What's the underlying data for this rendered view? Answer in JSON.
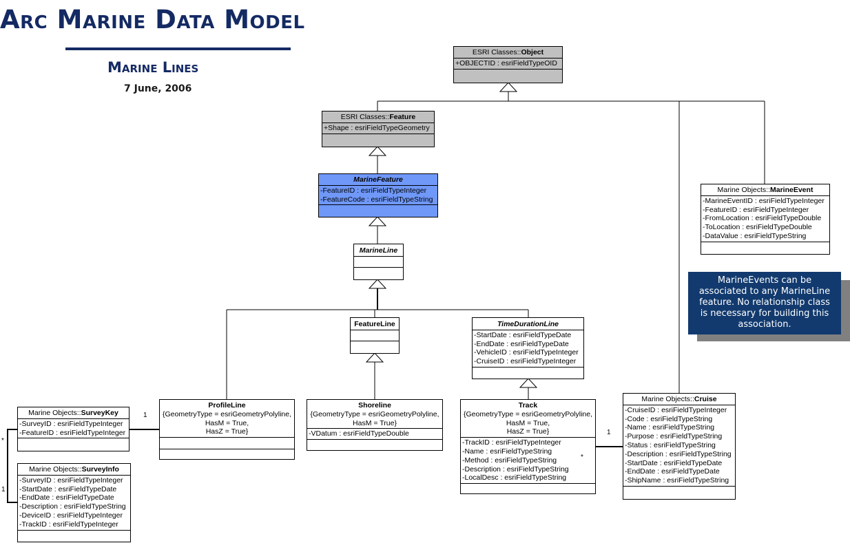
{
  "header": {
    "title": "Arc Marine Data Model",
    "subtitle": "Marine Lines",
    "date": "7 June, 2006"
  },
  "classes": {
    "object": {
      "prefix": "ESRI Classes::",
      "name": "Object",
      "attributes": [
        "+OBJECTID : esriFieldTypeOID"
      ]
    },
    "feature": {
      "prefix": "ESRI Classes::",
      "name": "Feature",
      "attributes": [
        "+Shape : esriFieldTypeGeometry"
      ]
    },
    "marine_feature": {
      "name": "MarineFeature",
      "attributes": [
        "-FeatureID : esriFieldTypeInteger",
        "-FeatureCode : esriFieldTypeString"
      ]
    },
    "marine_line": {
      "name": "MarineLine"
    },
    "feature_line": {
      "name": "FeatureLine"
    },
    "time_duration_line": {
      "name": "TimeDurationLine",
      "attributes": [
        "-StartDate : esriFieldTypeDate",
        "-EndDate : esriFieldTypeDate",
        "-VehicleID : esriFieldTypeInteger",
        "-CruiseID : esriFieldTypeInteger"
      ]
    },
    "marine_event": {
      "prefix": "Marine Objects::",
      "name": "MarineEvent",
      "attributes": [
        "-MarineEventID : esriFieldTypeInteger",
        "-FeatureID : esriFieldTypeInteger",
        "-FromLocation : esriFieldTypeDouble",
        "-ToLocation : esriFieldTypeDouble",
        "-DataValue : esriFieldTypeString"
      ]
    },
    "profile_line": {
      "name": "ProfileLine",
      "constraints": [
        "{GeometryType = esriGeometryPolyline,",
        "HasM = True,",
        "HasZ = True}"
      ]
    },
    "shoreline": {
      "name": "Shoreline",
      "constraints": [
        "{GeometryType = esriGeometryPolyline,",
        "HasM = True}"
      ],
      "attributes": [
        "-VDatum : esriFieldTypeDouble"
      ]
    },
    "track": {
      "name": "Track",
      "constraints": [
        "{GeometryType = esriGeometryPolyline,",
        "HasM = True,",
        "HasZ = True}"
      ],
      "attributes": [
        "-TrackID : esriFieldTypeInteger",
        "-Name : esriFieldTypeString",
        "-Method : esriFieldTypeString",
        "-Description : esriFieldTypeString",
        "-LocalDesc : esriFieldTypeString"
      ]
    },
    "cruise": {
      "prefix": "Marine Objects::",
      "name": "Cruise",
      "attributes": [
        "-CruiseID : esriFieldTypeInteger",
        "-Code : esriFieldTypeString",
        "-Name : esriFieldTypeString",
        "-Purpose : esriFieldTypeString",
        "-Status : esriFieldTypeString",
        "-Description : esriFieldTypeString",
        "-StartDate : esriFieldTypeDate",
        "-EndDate : esriFieldTypeDate",
        "-ShipName : esriFieldTypeString"
      ]
    },
    "survey_key": {
      "prefix": "Marine Objects::",
      "name": "SurveyKey",
      "attributes": [
        "-SurveyID : esriFieldTypeInteger",
        "-FeatureID : esriFieldTypeInteger"
      ]
    },
    "survey_info": {
      "prefix": "Marine Objects::",
      "name": "SurveyInfo",
      "attributes": [
        "-SurveyID : esriFieldTypeInteger",
        "-StartDate : esriFieldTypeDate",
        "-EndDate : esriFieldTypeDate",
        "-Description : esriFieldTypeString",
        "-DeviceID : esriFieldTypeInteger",
        "-TrackID : esriFieldTypeInteger"
      ]
    }
  },
  "multiplicities": {
    "surveykey_profile": "1",
    "surveykey_surveyinfo_many": "*",
    "surveykey_surveyinfo_one": "1",
    "track_cruise_one": "1",
    "track_cruise_many": "*"
  },
  "note": {
    "text": "MarineEvents can be associated to any MarineLine feature. No relationship class is necessary for building this association.",
    "background_color": "#123a6e"
  },
  "colors": {
    "title": "#142a63",
    "esri_class_fill": "#c0c0c0",
    "marine_feature_fill": "#6f98f9"
  }
}
